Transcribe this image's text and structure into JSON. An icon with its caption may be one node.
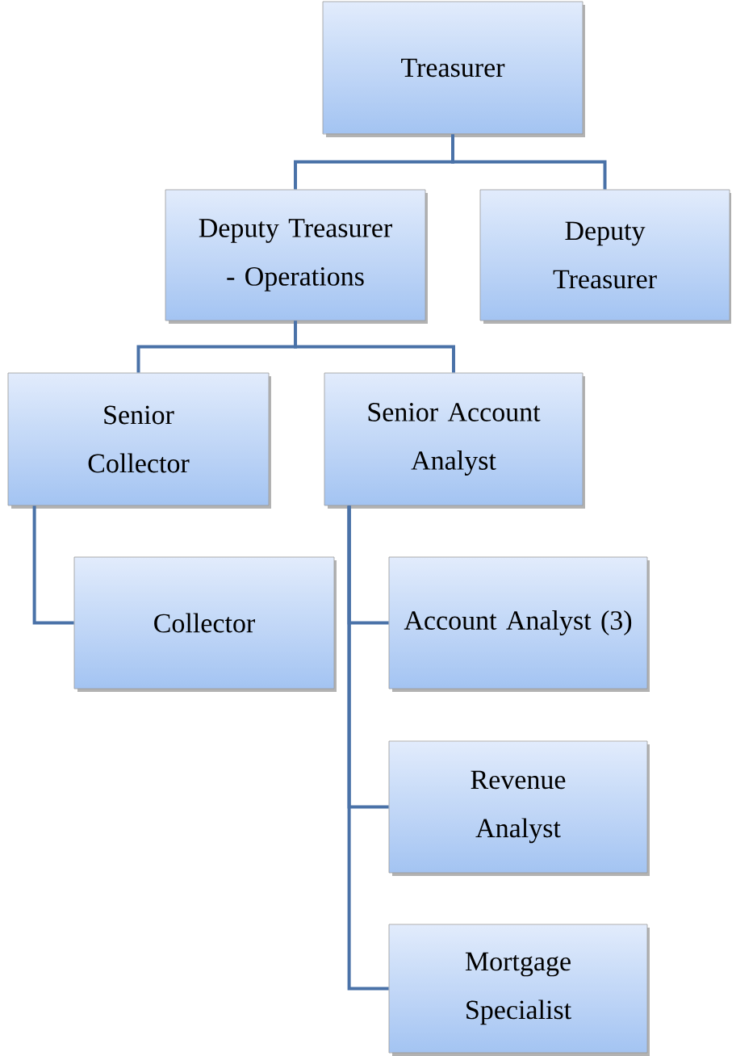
{
  "diagram": {
    "nodes": [
      {
        "text": [
          "Treasurer"
        ]
      },
      {
        "text": [
          "Deputy Treasurer - Operations"
        ]
      },
      {
        "text": [
          "Deputy Treasurer"
        ]
      },
      {
        "text": [
          "Senior Collector"
        ]
      },
      {
        "text": [
          "Senior Account Analyst"
        ]
      },
      {
        "text": [
          "Collector"
        ]
      },
      {
        "text": [
          "Account Analyst (3)"
        ]
      },
      {
        "text": [
          "Revenue Analyst"
        ]
      },
      {
        "text": [
          "Mortgage Specialist"
        ]
      }
    ],
    "edges": [
      {
        "from": 0,
        "to": 1,
        "arrow": "none"
      },
      {
        "from": 0,
        "to": 2,
        "arrow": "none"
      },
      {
        "from": 1,
        "to": 3,
        "arrow": "none"
      },
      {
        "from": 1,
        "to": 4,
        "arrow": "none"
      },
      {
        "from": 3,
        "to": 5,
        "arrow": "none"
      },
      {
        "from": 4,
        "to": 6,
        "arrow": "none"
      },
      {
        "from": 4,
        "to": 7,
        "arrow": "none"
      },
      {
        "from": 4,
        "to": 8,
        "arrow": "none"
      }
    ]
  }
}
